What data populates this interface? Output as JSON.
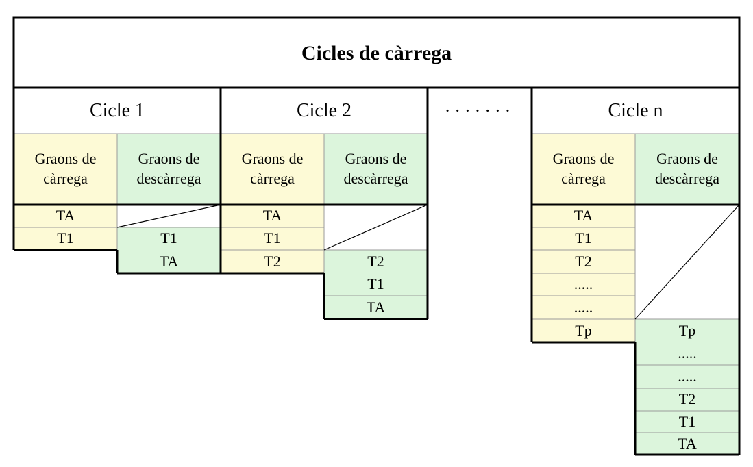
{
  "title": "Cicles de càrrega",
  "ellipsis": "·······",
  "cycles": [
    {
      "name": "Cicle 1",
      "load_header": "Graons de càrrega",
      "unload_header": "Graons de descàrrega",
      "load_steps": [
        "TA",
        "T1"
      ],
      "unload_steps": [
        "T1",
        "TA"
      ]
    },
    {
      "name": "Cicle 2",
      "load_header": "Graons de càrrega",
      "unload_header": "Graons de descàrrega",
      "load_steps": [
        "TA",
        "T1",
        "T2"
      ],
      "unload_steps": [
        "T2",
        "T1",
        "TA"
      ]
    },
    {
      "name": "Cicle n",
      "load_header": "Graons de càrrega",
      "unload_header": "Graons de descàrrega",
      "load_steps": [
        "TA",
        "T1",
        "T2",
        ".....",
        ".....",
        "Tp"
      ],
      "unload_steps": [
        "Tp",
        ".....",
        ".....",
        "T2",
        "T1",
        "TA"
      ]
    }
  ],
  "colors": {
    "load": "#fdfad6",
    "unload": "#dcf5dc",
    "border": "#000000",
    "grid": "#9a9a9a"
  }
}
